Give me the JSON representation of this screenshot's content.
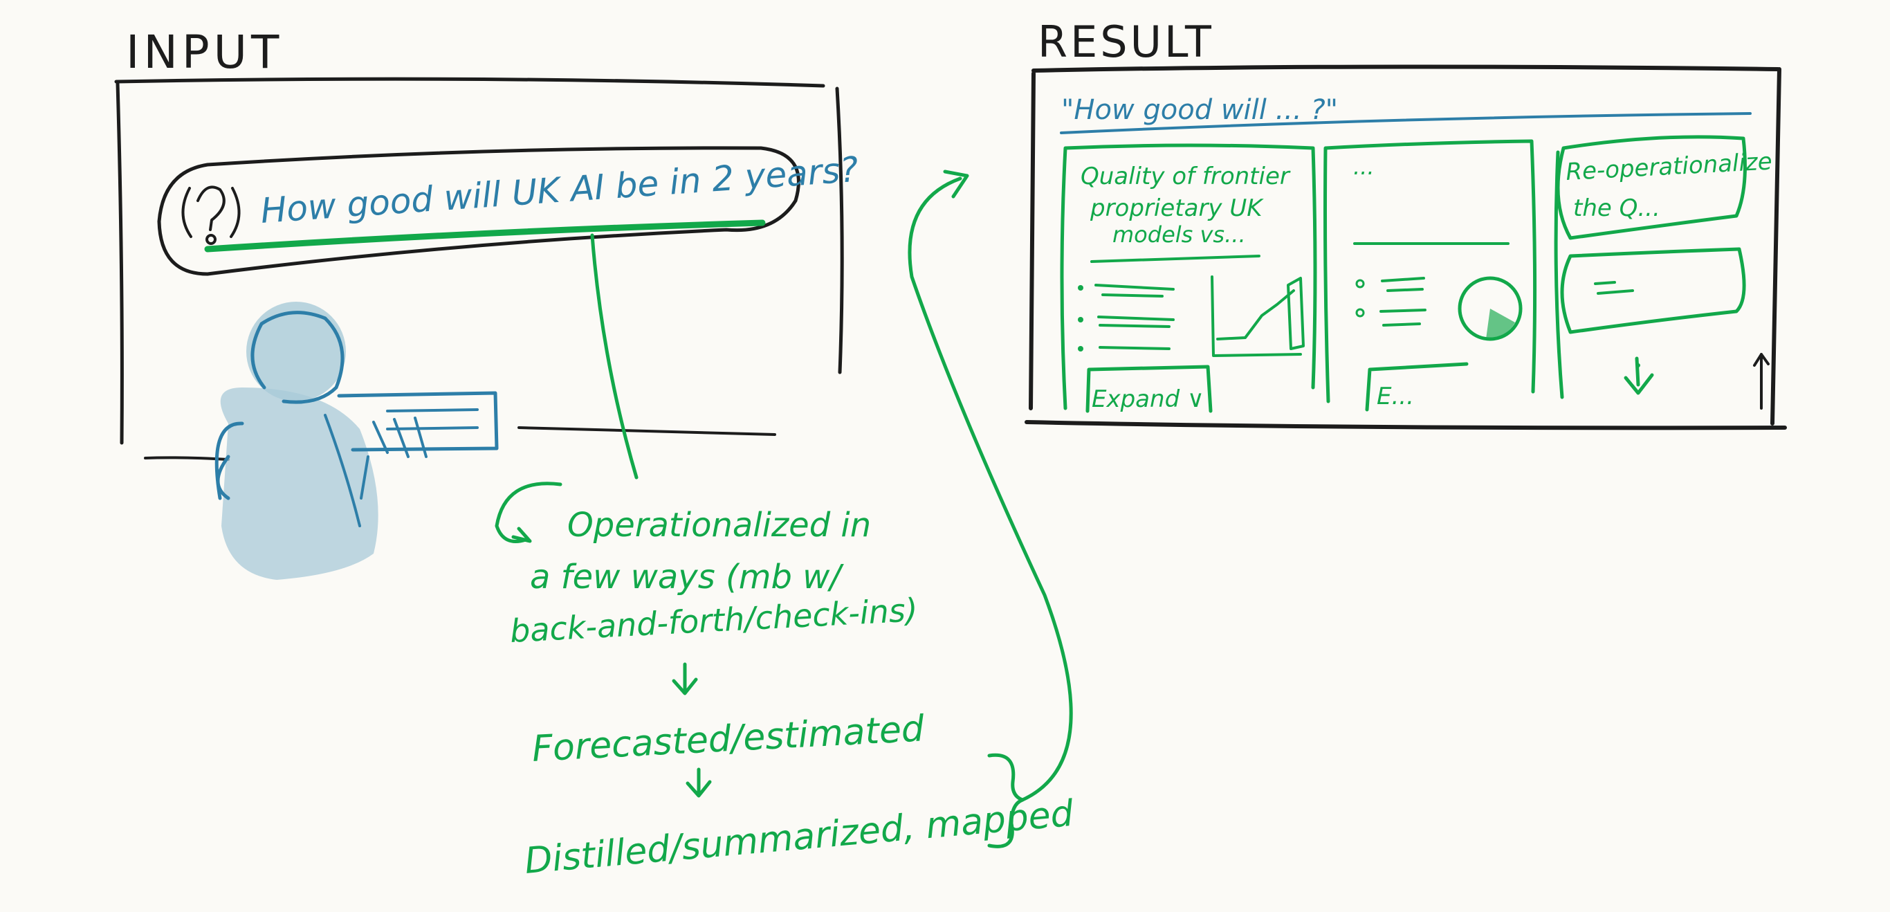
{
  "colors": {
    "background": "#fbfaf6",
    "ink_black": "#1c1c1c",
    "ink_green": "#12a84a",
    "ink_blue": "#2d7ea8",
    "person_fill": "#a9cad8"
  },
  "input_panel": {
    "heading": "INPUT",
    "question_text": "How good will UK AI be in 2 years?",
    "question_icon": "question-mark-icon"
  },
  "result_panel": {
    "heading": "RESULT",
    "header_query": "\"How good will ...          ?\"",
    "cards": [
      {
        "title_line1": "Quality of frontier",
        "title_line2": "proprietary UK",
        "title_line3": "models vs...",
        "button_label": "Expand ∨"
      },
      {
        "title_line1": "...",
        "button_label": "E..."
      },
      {
        "title_line1": "Re-operationalize",
        "title_line2": "the Q..."
      }
    ]
  },
  "process_steps": {
    "step1_line1": "Operationalized in",
    "step1_line2": "a few ways (mb w/",
    "step1_line3": "back-and-forth/check-ins)",
    "step2": "Forecasted/estimated",
    "step3": "Distilled/summarized, mapped"
  }
}
